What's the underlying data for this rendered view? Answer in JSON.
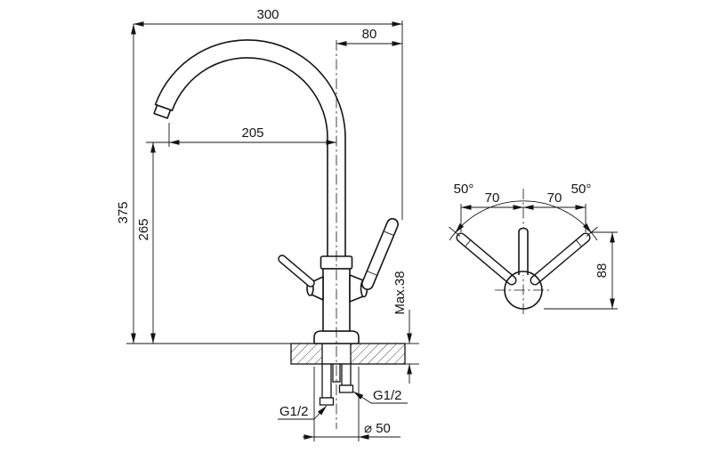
{
  "colors": {
    "line": "#141414",
    "background": "#ffffff"
  },
  "main_view": {
    "dim_overall_width": "300",
    "dim_spout_offset": "80",
    "dim_spout_reach": "205",
    "dim_total_height": "375",
    "dim_spout_height": "265",
    "dim_max_panel_thickness": "Max.38",
    "thread_left": "G1/2",
    "thread_right": "G1/2",
    "dim_base_diameter": "⌀ 50"
  },
  "top_view": {
    "dim_angle_left": "50°",
    "dim_angle_right": "50°",
    "dim_handle_offset_left": "70",
    "dim_handle_offset_right": "70",
    "dim_body_depth": "88"
  }
}
